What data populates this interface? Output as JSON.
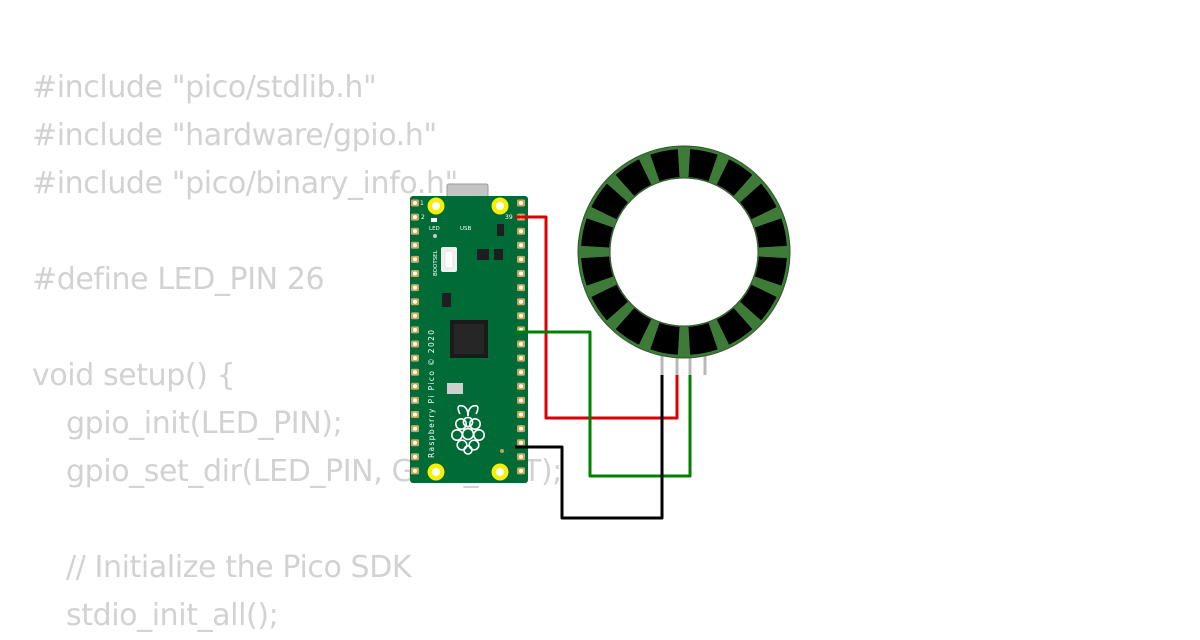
{
  "code_lines": [
    "#include \"pico/stdlib.h\"",
    "#include \"hardware/gpio.h\"",
    "#include \"pico/binary_info.h\"",
    "",
    "#define LED_PIN 26",
    "",
    "void setup() {",
    "gpio_init(LED_PIN);",
    "gpio_set_dir(LED_PIN, GPIO_OUT);",
    "",
    "// Initialize the Pico SDK",
    "stdio_init_all();"
  ],
  "board": {
    "pin_left_top": "1",
    "pin_left_2": "2",
    "pin_right_top": "39",
    "led_label": "LED",
    "usb_label": "USB",
    "bootsel_label": "BOOTSEL",
    "vertical_label": "Raspberry Pi Pico © 2020"
  },
  "colors": {
    "code_text": "#d2d2d2",
    "board_green": "#006b37",
    "ring_body": "#3e7a38",
    "led_black": "#000000",
    "wire_red": "#dd0000",
    "wire_green": "#008000",
    "wire_black": "#000000",
    "mount_hole": "#f4f000"
  },
  "ring": {
    "led_count": 16
  }
}
